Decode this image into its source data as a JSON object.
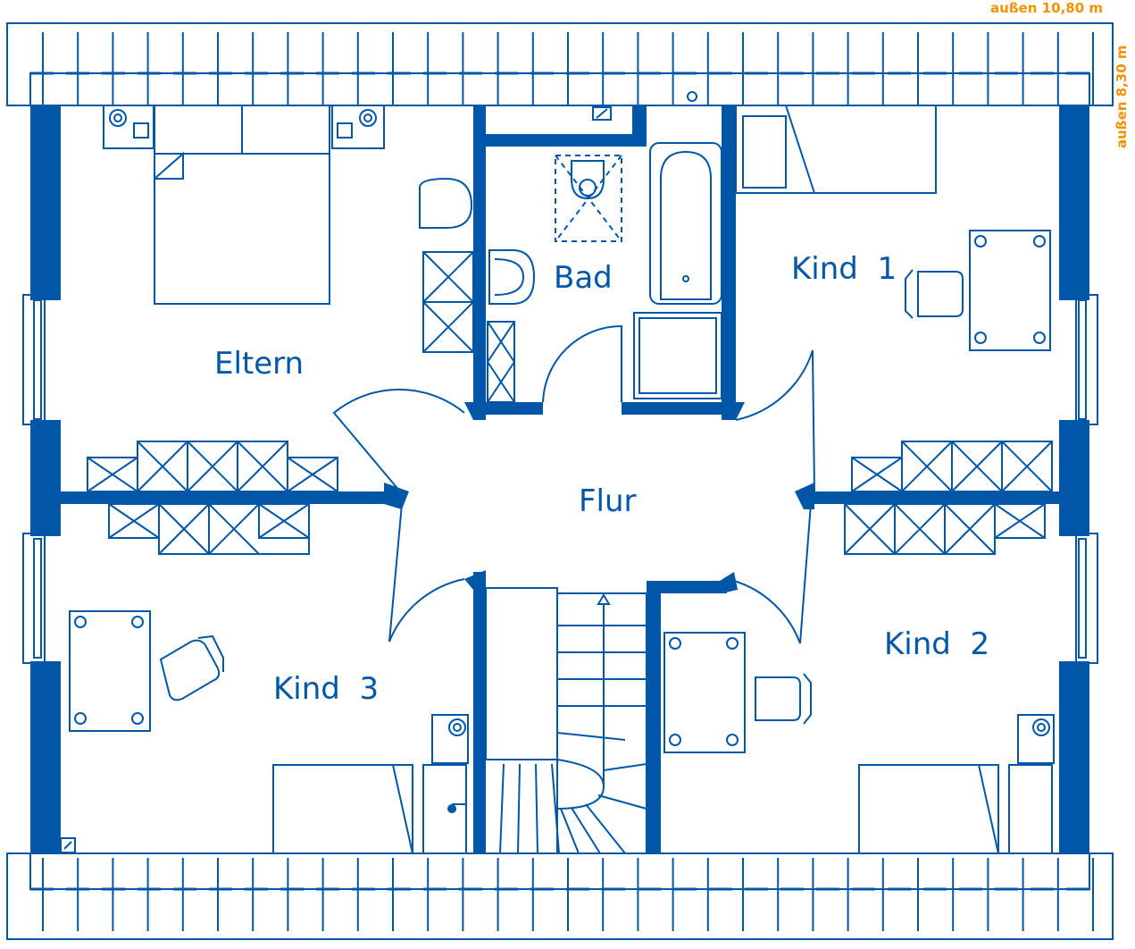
{
  "dimensions": {
    "outer_width": "außen 10,80 m",
    "outer_depth": "außen 8,30 m"
  },
  "rooms": {
    "eltern": "Eltern",
    "bad": "Bad",
    "kind1": "Kind  1",
    "kind2": "Kind  2",
    "kind3": "Kind  3",
    "flur": "Flur"
  },
  "colors": {
    "wall": "#0057a8",
    "dimension": "#f39200",
    "background": "#ffffff"
  }
}
